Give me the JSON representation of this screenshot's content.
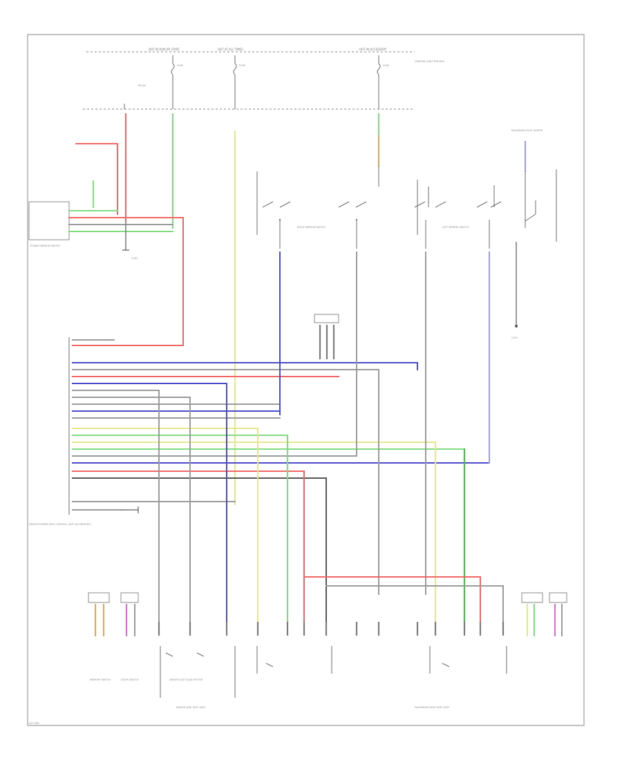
{
  "diagram": {
    "colors": {
      "red": "#f26565",
      "blue": "#4a4acc",
      "lightblue": "#9a9af0",
      "green": "#7fdc7f",
      "brightgreen": "#33cc33",
      "yellow": "#e6e68a",
      "gray": "#9a9a9a",
      "orange": "#f0a050",
      "pink": "#d96bd9",
      "dark": "#555555"
    },
    "labels": {
      "hot_run_start": "HOT IN RUN OR START",
      "hot_all_times": "HOT AT ALL TIMES",
      "hot_accessory": "HOT IN ACCESSORY",
      "fuse_1": "FUSE",
      "fuse_2": "FUSE",
      "fuse_3": "FUSE",
      "fuse_box_note": "CENTRAL JUNCTION BOX",
      "mirror_switch_label": "POWER MIRROR SWITCH",
      "ignition_label": "PASSENGER SEAT HEATER",
      "control_unit": "DRIVER POWER SEAT CONTROL UNIT (W/ MEMORY)",
      "right_mirror_sw": "RIGHT MIRROR SWITCH",
      "left_mirror_sw": "LEFT MIRROR SWITCH",
      "memory_sw": "MEMORY SWITCH",
      "door_sw": "DOOR SWITCH",
      "ground": "G201",
      "driver_seat_motor": "DRIVER SEAT SLIDE MOTOR",
      "driver_seat_assy": "DRIVER SIDE SEAT ASSY",
      "passenger_seat_assy": "PASSENGER SIDE SEAT ASSY",
      "footer_code": "DL3 P88"
    }
  }
}
